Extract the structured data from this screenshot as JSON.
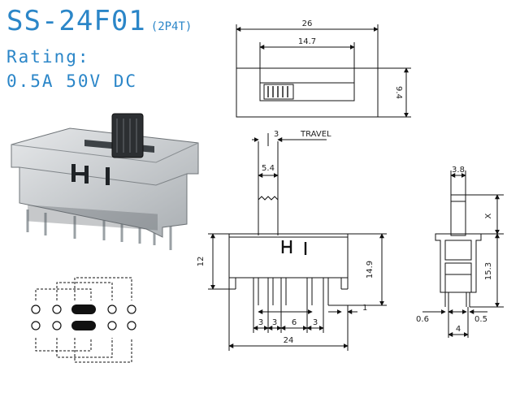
{
  "title": "SS-24F01",
  "subtitle": "(2P4T)",
  "rating_label": "Rating:",
  "rating_value": "0.5A 50V DC",
  "dimensions": {
    "top_length": "26",
    "top_knob": "14.7",
    "top_height": "9.4",
    "travel_value": "3",
    "travel_label": "TRAVEL",
    "knob_width": "5.4",
    "body_height": "12",
    "total_height": "14.9",
    "pin_offset": "1",
    "pitch_a": "3",
    "pitch_b": "3",
    "pitch_c": "6",
    "pitch_d": "3",
    "base_length": "24",
    "side_knob": "3.8",
    "side_x": "X",
    "side_height": "15.3",
    "side_pin_left": "0.6",
    "side_pin_right": "0.5",
    "side_pin_spacing": "4"
  },
  "colors": {
    "accent": "#2b86c8",
    "line": "#111111",
    "housing": "#c9cdd0"
  }
}
